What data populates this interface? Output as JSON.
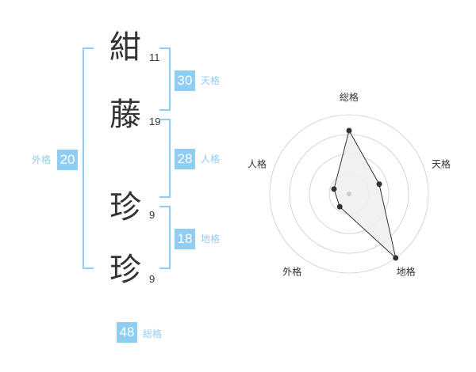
{
  "name": {
    "characters": [
      {
        "char": "紺",
        "strokes": "11"
      },
      {
        "char": "藤",
        "strokes": "19"
      },
      {
        "char": "珍",
        "strokes": "9"
      },
      {
        "char": "珍",
        "strokes": "9"
      }
    ]
  },
  "fortune": {
    "tenkaku": {
      "value": "30",
      "label": "天格"
    },
    "jinkaku": {
      "value": "28",
      "label": "人格"
    },
    "chikaku": {
      "value": "18",
      "label": "地格"
    },
    "gaikaku": {
      "value": "20",
      "label": "外格"
    },
    "soukaku": {
      "value": "48",
      "label": "総格"
    }
  },
  "chart_data": {
    "type": "radar",
    "axes": [
      "総格",
      "天格",
      "地格",
      "外格",
      "人格"
    ],
    "values": [
      4,
      2,
      5,
      1,
      1
    ],
    "rlim": [
      0,
      5
    ],
    "rings": 4,
    "colors": {
      "fill": "#eeeeee",
      "line": "#333333",
      "ring": "#cccccc",
      "point": "#333333"
    }
  }
}
